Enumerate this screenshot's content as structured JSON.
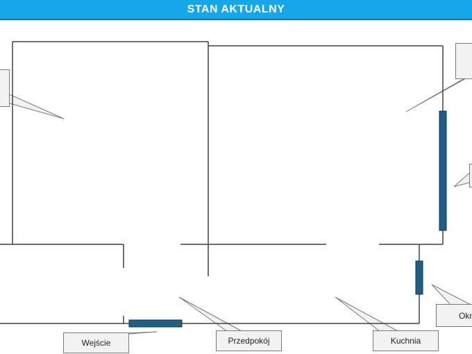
{
  "header": {
    "title": "STAN AKTUALNY"
  },
  "labels": {
    "entrance": "Wejście",
    "hallway": "Przedpokój",
    "kitchen": "Kuchnia",
    "window": "Okno",
    "room_1": "",
    "room_2": "",
    "window_2": ""
  },
  "colors": {
    "header_bg": "#17a7e8",
    "wall": "#404040",
    "window_fill": "#1f5f86",
    "callout_fill": "#f2f2f2",
    "callout_border": "#7a7a7a"
  }
}
